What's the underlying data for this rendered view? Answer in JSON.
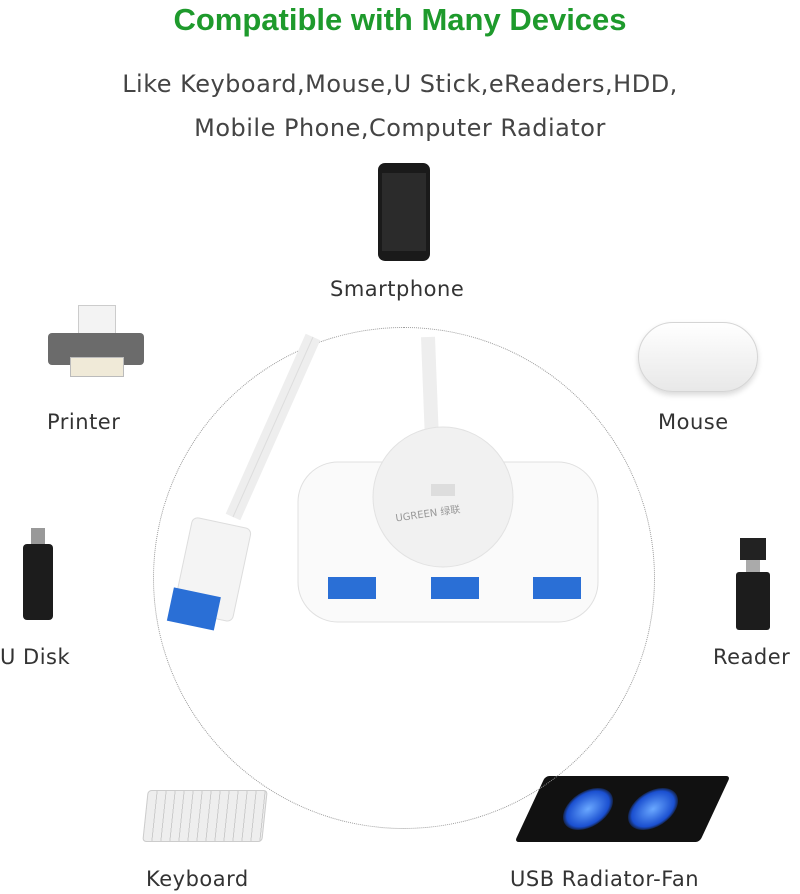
{
  "title": "Compatible with Many Devices",
  "subtitle_lines": [
    "Like Keyboard,Mouse,U Stick,eReaders,HDD,",
    "Mobile Phone,Computer Radiator"
  ],
  "devices": {
    "smartphone": "Smartphone",
    "printer": "Printer",
    "mouse": "Mouse",
    "udisk": "U Disk",
    "reader": "Reader",
    "keyboard": "Keyboard",
    "fan": "USB Radiator-Fan"
  },
  "hub_brand": "UGREEN 绿联",
  "colors": {
    "title": "#1e9a2c",
    "usb3_blue": "#2a6fd6"
  }
}
